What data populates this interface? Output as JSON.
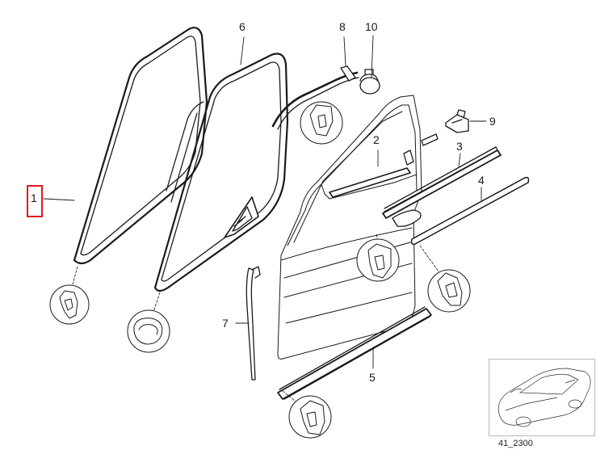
{
  "callouts": {
    "p1": "1",
    "p2": "2",
    "p3": "3",
    "p4": "4",
    "p5": "5",
    "p6": "6",
    "p7": "7",
    "p8": "8",
    "p9": "9",
    "p10": "10"
  },
  "reference": "41_2300",
  "colors": {
    "line": "#1a1a1a",
    "highlight": "#e0191e",
    "thumb_border": "#b8b8b8",
    "part_fill": "#ffffff"
  },
  "icons": {
    "thumbnail": "car-thumbnail-icon",
    "detail": "seal-profile-detail-icon"
  }
}
